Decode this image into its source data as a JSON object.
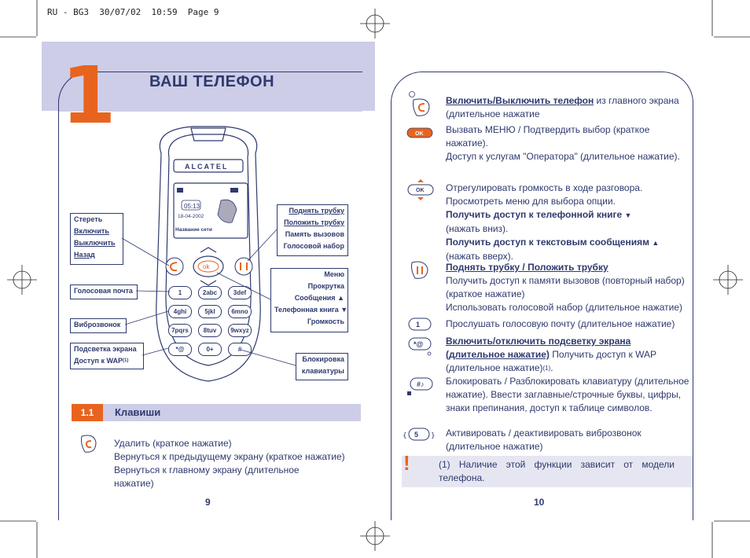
{
  "header": {
    "line": "RU - BG3  30/07/02  10:59  Page 9"
  },
  "chapter": {
    "number": "1",
    "title": "ВАШ ТЕЛЕФОН"
  },
  "phone": {
    "brand": "ALCATEL",
    "time": "05:13",
    "date": "18-04-2002",
    "network": "Название сети",
    "ok_label": "ok",
    "keys": [
      "1",
      "2abc",
      "3def",
      "4ghi",
      "5jkl",
      "6mno",
      "7pqrs",
      "8tuv",
      "9wxyz",
      "*@",
      "0+",
      "#"
    ]
  },
  "left_labels": {
    "group1": [
      "Стереть",
      "Включить",
      "Выключить",
      "Назад"
    ],
    "voicemail": "Голосовая почта",
    "vibro": "Виброзвонок",
    "backlight": [
      "Подсветка экрана",
      "Доступ к WAP"
    ],
    "backlight_note": "(1)"
  },
  "right_labels": {
    "group1": [
      "Поднять трубку",
      "Положить трубку",
      "Память вызовов",
      "Голосовой набор"
    ],
    "group2": [
      "Меню",
      "Прокрутка",
      "Сообщения",
      "Телефонная книга",
      "Громкость"
    ],
    "lock": [
      "Блокировка",
      "клавиатуры"
    ]
  },
  "section": {
    "number": "1.1",
    "title": "Клавиши"
  },
  "left_text": {
    "lines": [
      "Удалить (краткое нажатие)",
      "Вернуться к предыдущему экрану (краткое нажатие)",
      "Вернуться к главному экрану (длительное",
      "нажатие)"
    ],
    "page": "9"
  },
  "right_items": [
    {
      "bold": "Включить/Выключить телефон",
      "rest": " из главного экрана (длительное нажатие"
    },
    {
      "lines": [
        "Вызвать МЕНЮ / Подтвердить выбор (краткое нажатие).",
        "Доступ к услугам \"Оператора\" (длительное нажатие)."
      ]
    },
    {
      "lines": [
        "Отрегулировать громкость в ходе разговора.",
        "Просмотреть меню для выбора опции."
      ],
      "bold1": "Получить доступ к телефонной книге",
      "rest1": "(нажать вниз).",
      "bold2": "Получить доступ к текстовым сообщениям",
      "rest2": "(нажать вверх)."
    },
    {
      "bold": "Поднять трубку / Положить трубку",
      "lines": [
        "Получить доступ к памяти вызовов (повторный набор) (краткое нажатие)",
        "Использовать голосовой набор (длительное нажатие)"
      ]
    },
    {
      "lines": [
        "Прослушать голосовую почту (длительное нажатие)"
      ]
    },
    {
      "bold": "Включить/отключить подсветку экрана (длительное нажатие)",
      "rest": " Получить доступ к WAP (длительное нажатие)",
      "sup": "(1)",
      "tail": "."
    },
    {
      "lines": [
        "Блокировать / Разблокировать клавиатуру (длительное нажатие). Ввести заглавные/строчные буквы, цифры, знаки препинания, доступ к таблице символов."
      ]
    },
    {
      "lines": [
        "Активировать / деактивировать виброзвонок (длительное нажатие)"
      ]
    }
  ],
  "note": {
    "mark": "!",
    "text": "(1)  Наличие этой функции зависит от модели телефона."
  },
  "right_page": "10"
}
